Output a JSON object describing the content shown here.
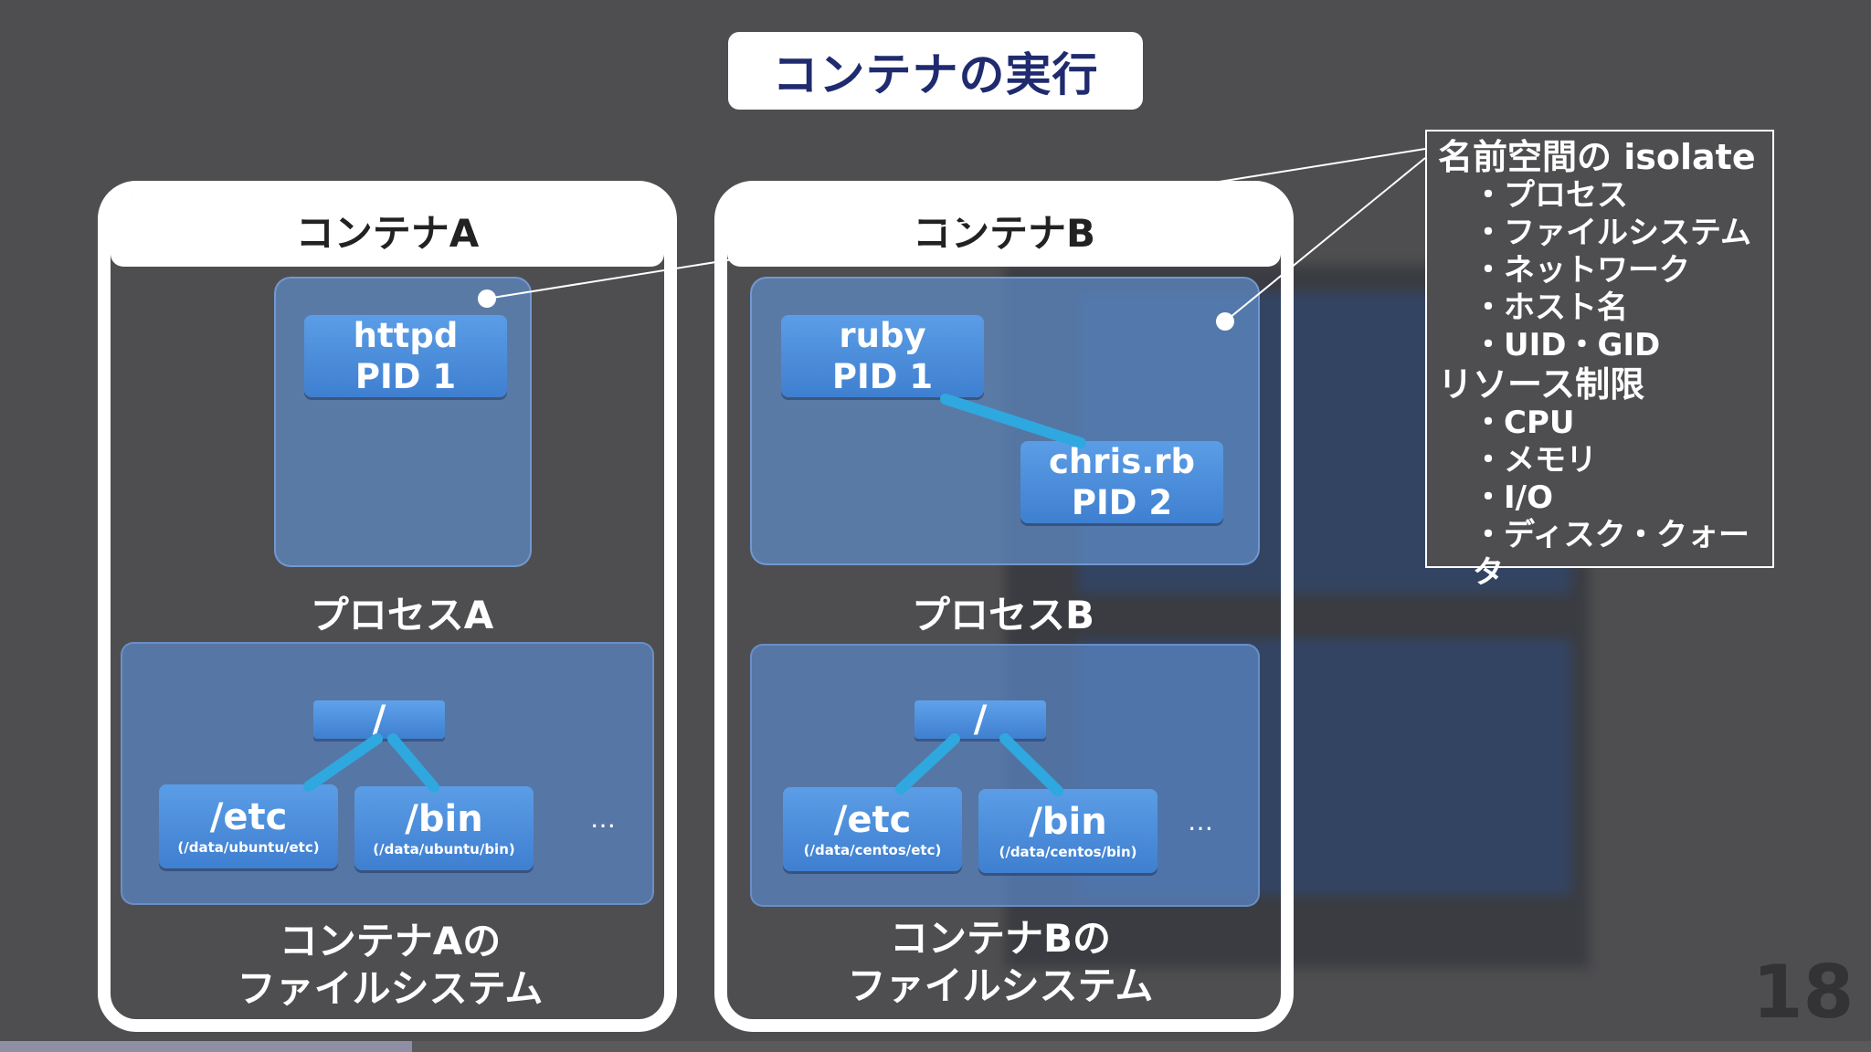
{
  "slide": {
    "title": "コンテナの実行",
    "page_number": "18",
    "progress_percent": 22
  },
  "container_a": {
    "header": "コンテナA",
    "process": {
      "name": "httpd",
      "pid": "PID 1"
    },
    "process_label": "プロセスA",
    "fs": {
      "root": "/",
      "dirs": [
        {
          "name": "/etc",
          "path": "(/data/ubuntu/etc)"
        },
        {
          "name": "/bin",
          "path": "(/data/ubuntu/bin)"
        }
      ],
      "more": "…",
      "label_line1": "コンテナAの",
      "label_line2": "ファイルシステム"
    }
  },
  "container_b": {
    "header": "コンテナB",
    "process": {
      "name": "ruby",
      "pid": "PID 1"
    },
    "child_process": {
      "name": "chris.rb",
      "pid": "PID 2"
    },
    "process_label": "プロセスB",
    "fs": {
      "root": "/",
      "dirs": [
        {
          "name": "/etc",
          "path": "(/data/centos/etc)"
        },
        {
          "name": "/bin",
          "path": "(/data/centos/bin)"
        }
      ],
      "more": "…",
      "label_line1": "コンテナBの",
      "label_line2": "ファイルシステム"
    }
  },
  "info": {
    "heading1": "名前空間の isolate",
    "namespaces": [
      "・プロセス",
      "・ファイルシステム",
      "・ネットワーク",
      "・ホスト名",
      "・UID・GID"
    ],
    "heading2": "リソース制限",
    "resources": [
      "・CPU",
      "・メモリ",
      "・I/O",
      "・ディスク・クォータ"
    ]
  },
  "colors": {
    "background": "#4e4e50",
    "title_text": "#1f2b6e",
    "box_blue": "#4a8ddb",
    "connector": "#2fa8df"
  }
}
